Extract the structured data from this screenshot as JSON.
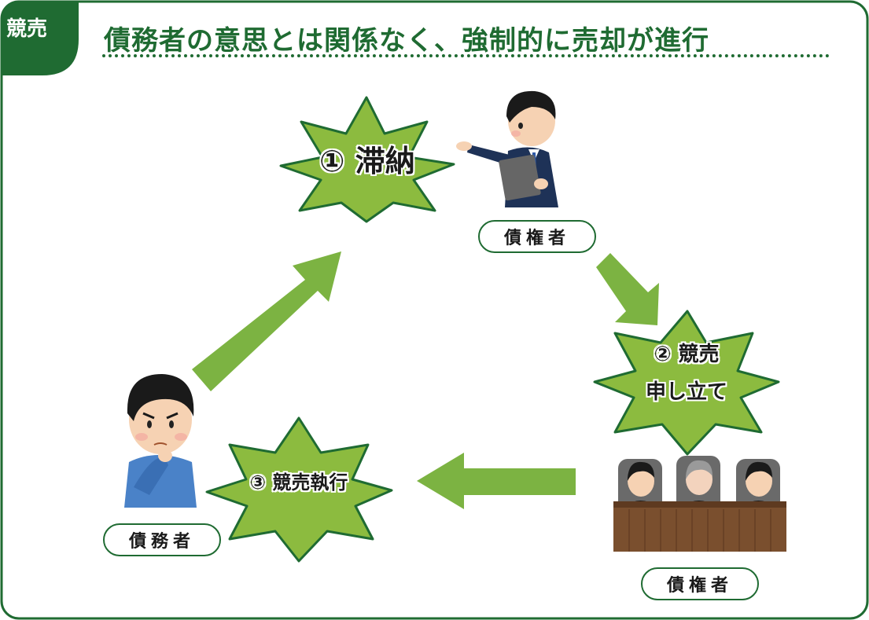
{
  "corner_label": "競売",
  "title": "債務者の意思とは関係なく、強制的に売却が進行",
  "steps": {
    "step1": "① 滞納",
    "step2_line1": "② 競売",
    "step2_line2": "申し立て",
    "step3": "③ 競売執行"
  },
  "roles": {
    "creditor_top": "債権者",
    "creditor_bottom": "債権者",
    "debtor": "債務者"
  },
  "colors": {
    "frame_green": "#1f6b32",
    "accent_green": "#7cb342",
    "burst_green": "#8cbb3f"
  }
}
